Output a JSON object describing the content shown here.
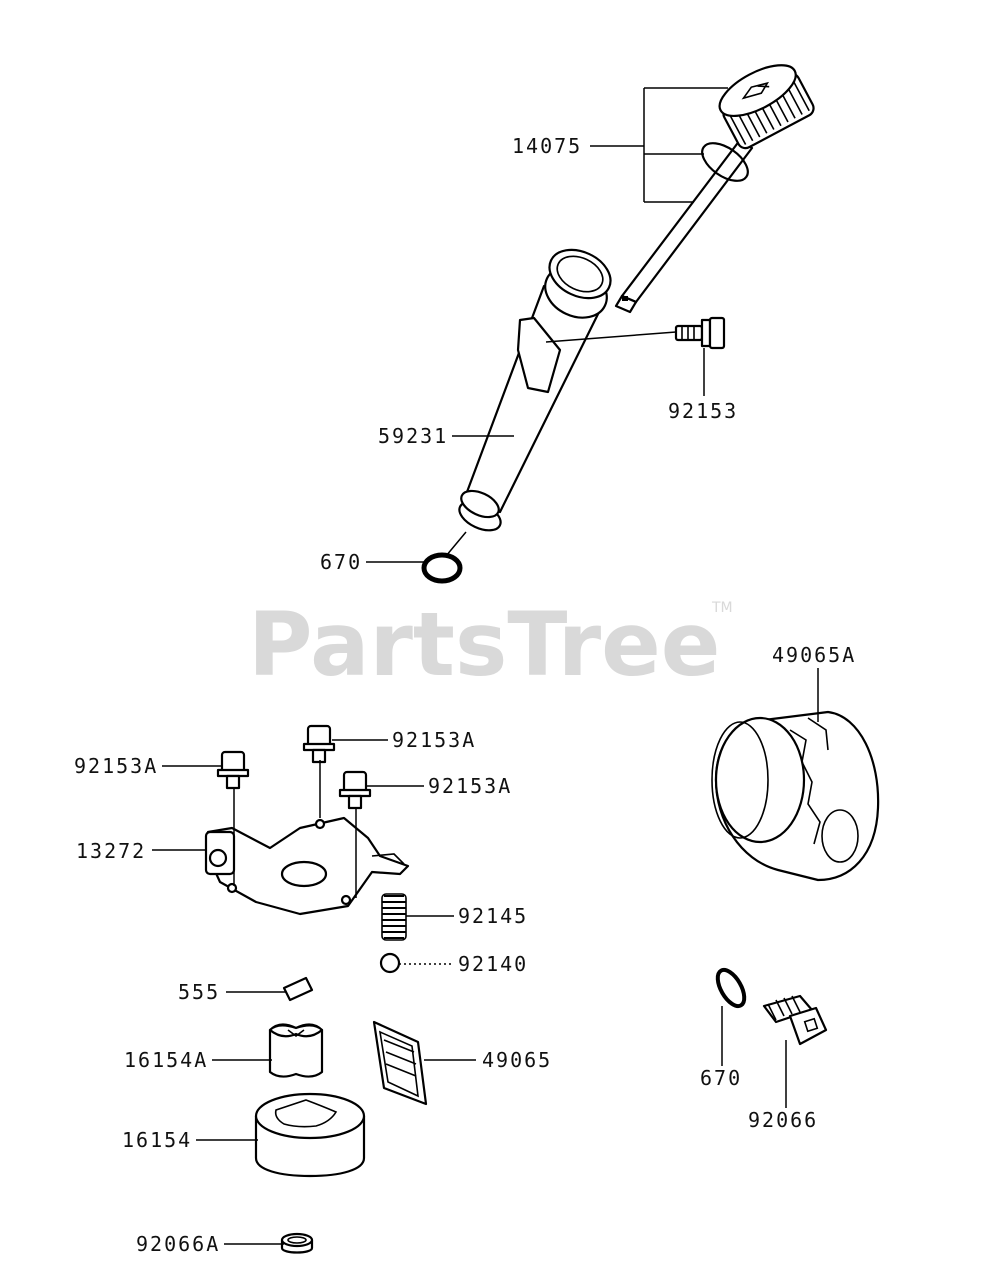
{
  "watermark": {
    "brand": "PartsTree",
    "trademark": "TM"
  },
  "labels": {
    "p14075": "14075",
    "p92153": "92153",
    "p59231": "59231",
    "p670_top": "670",
    "p49065A": "49065A",
    "p92153A_top": "92153A",
    "p92153A_left": "92153A",
    "p92153A_right": "92153A",
    "p13272": "13272",
    "p92145": "92145",
    "p92140": "92140",
    "p555": "555",
    "p16154A": "16154A",
    "p49065": "49065",
    "p16154": "16154",
    "p92066A": "92066A",
    "p670_right": "670",
    "p92066": "92066"
  }
}
